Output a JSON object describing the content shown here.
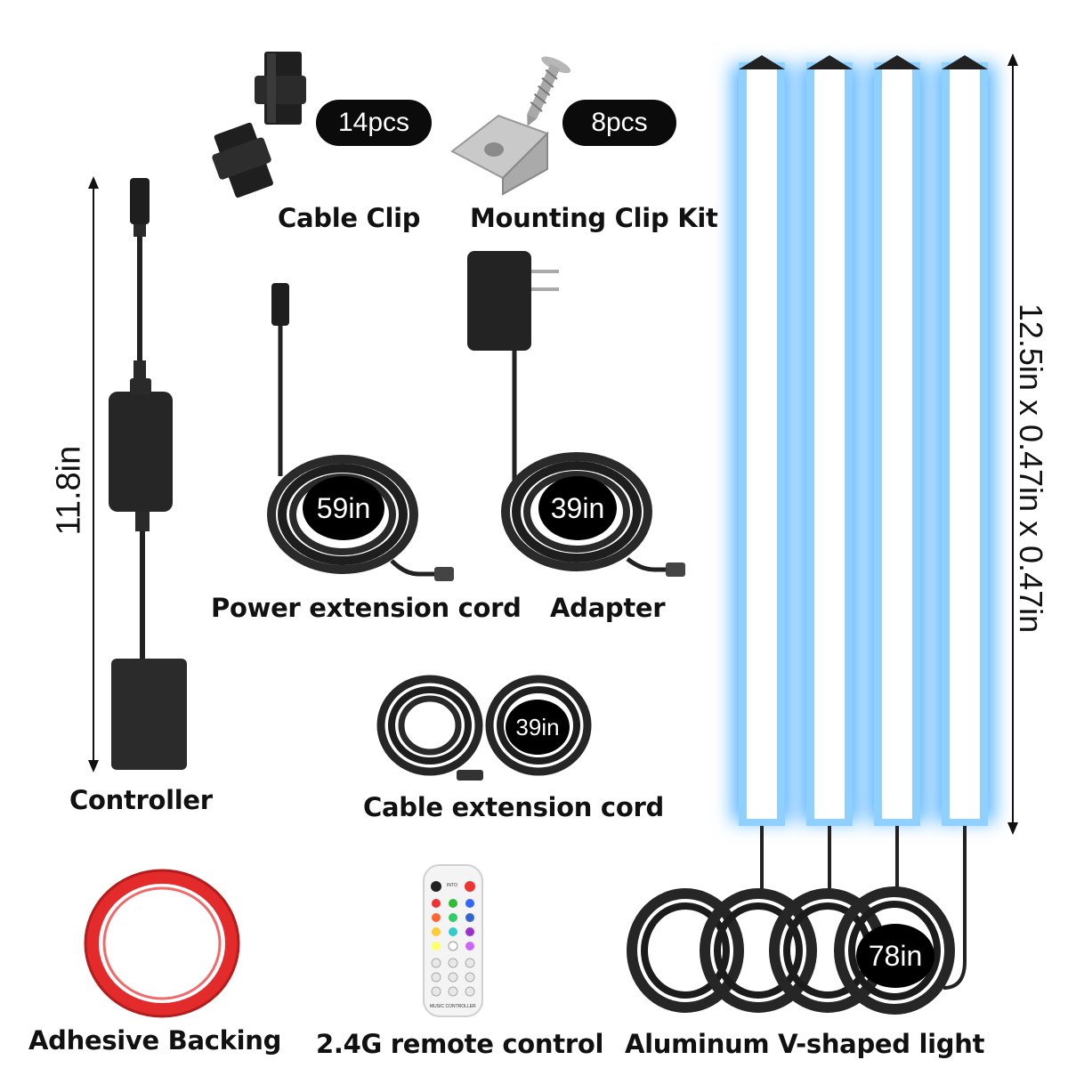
{
  "labels": {
    "cable_clip": "Cable Clip",
    "mounting_clip_kit": "Mounting Clip Kit",
    "power_extension_cord": "Power extension cord",
    "adapter": "Adapter",
    "controller": "Controller",
    "cable_extension_cord": "Cable extension cord",
    "adhesive_backing": "Adhesive Backing",
    "remote_control": "2.4G remote control",
    "light_bar": "Aluminum V-shaped light"
  },
  "quantities": {
    "cable_clip": "14pcs",
    "mounting_clip": "8pcs"
  },
  "lengths": {
    "power_extension": "59in",
    "adapter_cord": "39in",
    "cable_extension": "39in",
    "light_cable": "78in"
  },
  "dimensions": {
    "controller_length": "11.8in",
    "light_size": "12.5in x 0.47in x 0.47in"
  },
  "remote_text": {
    "top_button": "INTO",
    "footer": "MUSIC CONTROLLER"
  },
  "colors": {
    "light_glow": "#5fb8ff",
    "light_core": "#ffffff",
    "tape_red": "#e32b2b",
    "product_black": "#1c1c1c"
  }
}
